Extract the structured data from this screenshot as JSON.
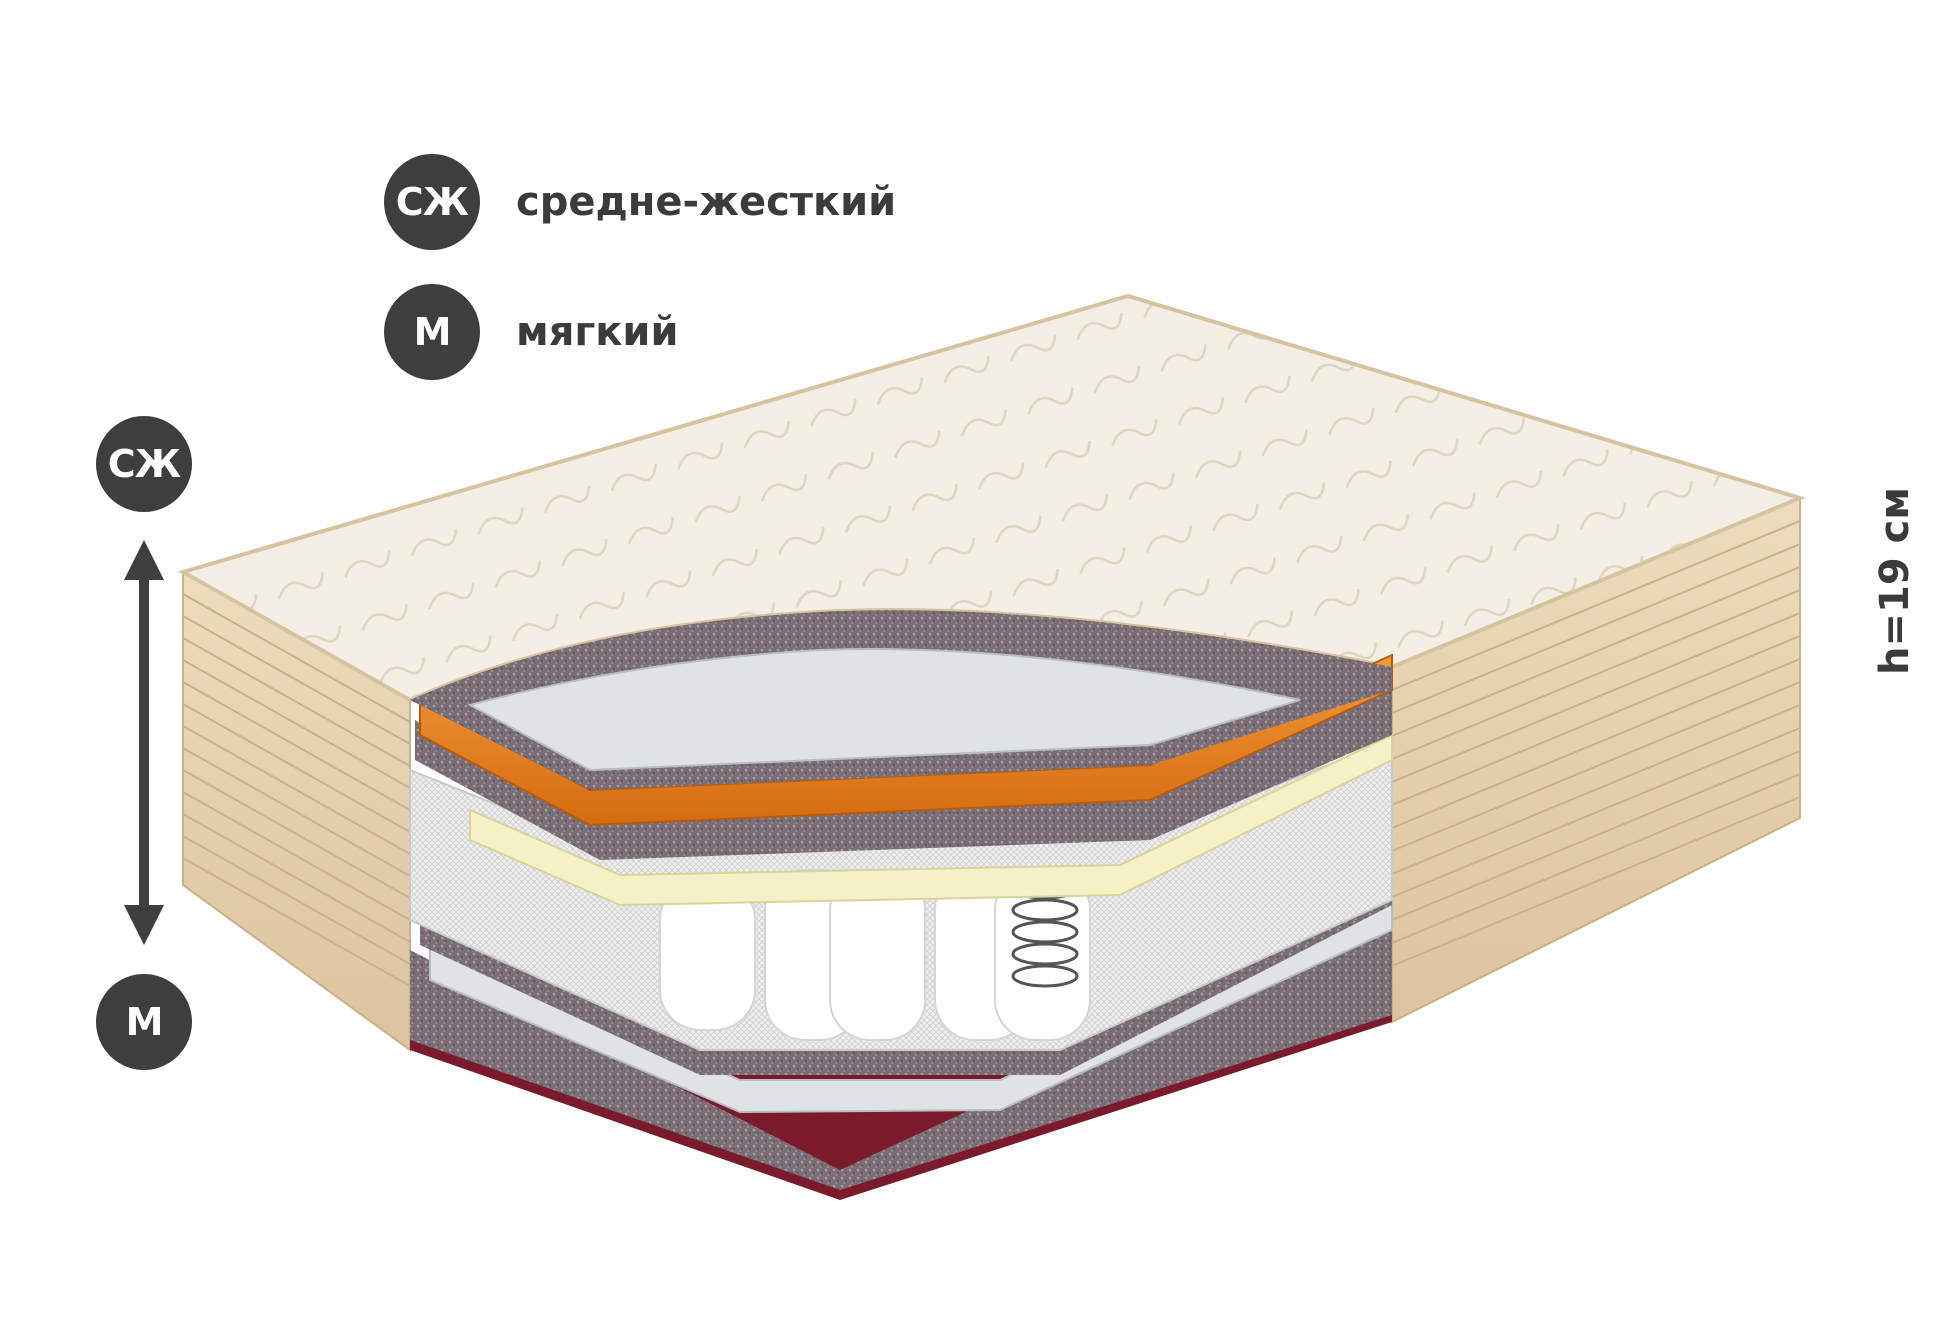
{
  "legend": [
    {
      "code": "СЖ",
      "label": "средне-жесткий"
    },
    {
      "code": "М",
      "label": "мягкий"
    }
  ],
  "scale": {
    "top_code": "СЖ",
    "bottom_code": "М"
  },
  "height_label": "h=19 см",
  "colors": {
    "badge": "#3d3f3f",
    "cover_top": "#f3efe4",
    "side_fabric": "#e8d5b4",
    "coir_layer": "#e8801a",
    "felt_layer": "#7a6e76",
    "foam_layer": "#f4f1c8",
    "base_cloth": "#7a1a2a"
  }
}
